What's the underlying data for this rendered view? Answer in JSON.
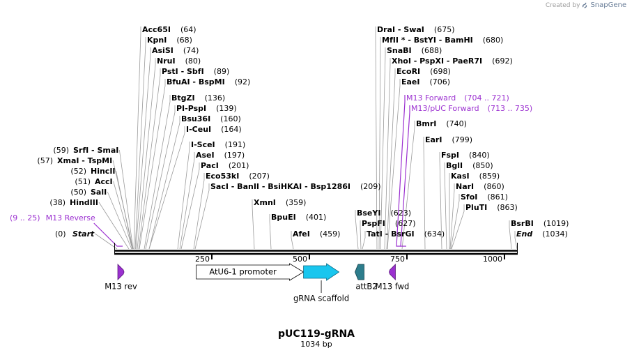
{
  "credit": {
    "prefix": "Created by",
    "brand": "SnapGene"
  },
  "plasmid": {
    "name": "pUC119-gRNA",
    "size_label": "1034 bp",
    "length": 1034
  },
  "axis_ticks": [
    "250",
    "500",
    "750",
    "1000"
  ],
  "colors": {
    "site_text": "#000000",
    "primer": "#9b30d0",
    "leader": "#9a9a9a",
    "backbone": "#000000",
    "gRNA": "#19c6ee",
    "attB2": "#2d7d8c",
    "M13": "#9b30d0",
    "promoter": "#ffffff"
  },
  "sites": [
    {
      "name": "Start",
      "pos": "(0)",
      "italic": true
    },
    {
      "name": "HindIII",
      "pos": "(38)"
    },
    {
      "name": "SalI",
      "pos": "(50)"
    },
    {
      "name": "AccI",
      "pos": "(51)"
    },
    {
      "name": "HincII",
      "pos": "(52)"
    },
    {
      "name": "XmaI  -  TspMI",
      "pos": "(57)"
    },
    {
      "name": "SrfI  -  SmaI",
      "pos": "(59)"
    },
    {
      "name": "Acc65I",
      "pos": "(64)"
    },
    {
      "name": "KpnI",
      "pos": "(68)"
    },
    {
      "name": "AsiSI",
      "pos": "(74)"
    },
    {
      "name": "NruI",
      "pos": "(80)"
    },
    {
      "name": "PstI  -  SbfI",
      "pos": "(89)"
    },
    {
      "name": "BfuAI  -  BspMI",
      "pos": "(92)"
    },
    {
      "name": "BtgZI",
      "pos": "(136)"
    },
    {
      "name": "PI-PspI",
      "pos": "(139)"
    },
    {
      "name": "Bsu36I",
      "pos": "(160)"
    },
    {
      "name": "I-CeuI",
      "pos": "(164)"
    },
    {
      "name": "I-SceI",
      "pos": "(191)"
    },
    {
      "name": "AseI",
      "pos": "(197)"
    },
    {
      "name": "PacI",
      "pos": "(201)"
    },
    {
      "name": "Eco53kI",
      "pos": "(207)"
    },
    {
      "name": "SacI  -  BanII  -  BsiHKAI  -  Bsp1286I",
      "pos": "(209)"
    },
    {
      "name": "XmnI",
      "pos": "(359)"
    },
    {
      "name": "BpuEI",
      "pos": "(401)"
    },
    {
      "name": "AfeI",
      "pos": "(459)"
    },
    {
      "name": "BseYI",
      "pos": "(623)"
    },
    {
      "name": "PspFI",
      "pos": "(627)"
    },
    {
      "name": "TatI  -  BsrGI",
      "pos": "(634)"
    },
    {
      "name": "DraI  -  SwaI",
      "pos": "(675)"
    },
    {
      "name": "MfII * -  BstYI  -  BamHI",
      "pos": "(680)"
    },
    {
      "name": "SnaBI",
      "pos": "(688)"
    },
    {
      "name": "XhoI  -  PspXI  -  PaeR7I",
      "pos": "(692)"
    },
    {
      "name": "EcoRI",
      "pos": "(698)"
    },
    {
      "name": "EaeI",
      "pos": "(706)"
    },
    {
      "name": "BmrI",
      "pos": "(740)"
    },
    {
      "name": "EarI",
      "pos": "(799)"
    },
    {
      "name": "FspI",
      "pos": "(840)"
    },
    {
      "name": "BglI",
      "pos": "(850)"
    },
    {
      "name": "KasI",
      "pos": "(859)"
    },
    {
      "name": "NarI",
      "pos": "(860)"
    },
    {
      "name": "SfoI",
      "pos": "(861)"
    },
    {
      "name": "PluTI",
      "pos": "(863)"
    },
    {
      "name": "BsrBI",
      "pos": "(1019)"
    },
    {
      "name": "End",
      "pos": "(1034)",
      "italic": true
    }
  ],
  "primers": [
    {
      "name": "M13 Reverse",
      "range": "(9 .. 25)"
    },
    {
      "name": "M13 Forward",
      "range": "(704 .. 721)"
    },
    {
      "name": "M13/pUC Forward",
      "range": "(713 .. 735)"
    }
  ],
  "features": [
    {
      "name": "M13 rev",
      "type": "primer_bind",
      "start": 9,
      "end": 25,
      "dir": "fwd"
    },
    {
      "name": "AtU6-1 promoter",
      "type": "promoter",
      "start": 210,
      "end": 485,
      "dir": "fwd"
    },
    {
      "name": "gRNA scaffold",
      "type": "misc_RNA",
      "start": 485,
      "end": 576,
      "dir": "fwd"
    },
    {
      "name": "attB2",
      "type": "protein_bind",
      "start": 613,
      "end": 637,
      "dir": "rev"
    },
    {
      "name": "M13 fwd",
      "type": "primer_bind",
      "start": 704,
      "end": 721,
      "dir": "rev"
    }
  ]
}
